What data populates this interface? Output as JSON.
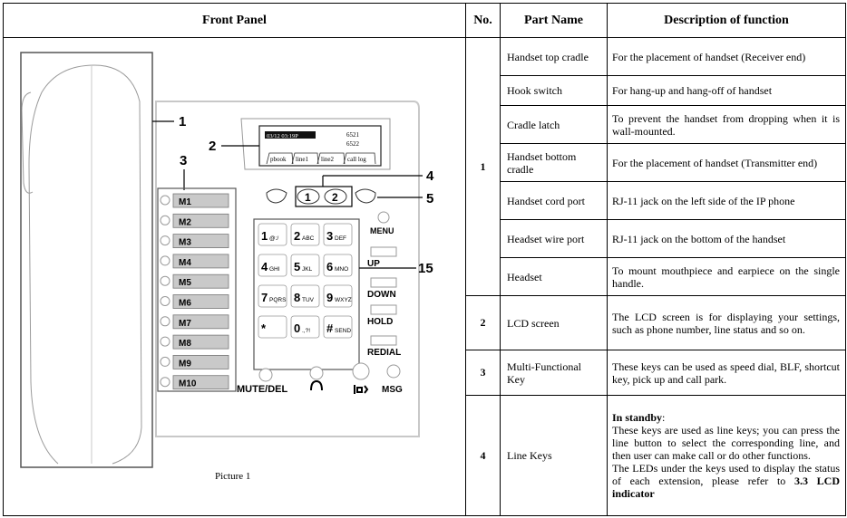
{
  "header": {
    "panel": "Front Panel",
    "no": "No.",
    "part": "Part Name",
    "desc": "Description of function"
  },
  "rows": [
    {
      "name": "Handset top cradle",
      "desc": "For the placement of handset (Receiver end)"
    },
    {
      "name": "Hook switch",
      "desc": "For hang-up and hang-off of handset"
    },
    {
      "name": "Cradle latch",
      "desc": "To prevent the handset from dropping when it is wall-mounted."
    },
    {
      "name": "Handset bottom cradle",
      "desc": "For the placement of handset (Transmitter end)"
    },
    {
      "name": "Handset cord port",
      "desc": "RJ-11 jack on the left side of the IP phone"
    },
    {
      "name": "Headset wire port",
      "desc": "RJ-11 jack on the bottom of the handset"
    },
    {
      "name": "Headset",
      "desc": "To mount mouthpiece and earpiece on the single handle."
    },
    {
      "no": "2",
      "name": "LCD screen",
      "desc": "The LCD screen is for displaying your settings, such as phone number, line status and so on."
    },
    {
      "no": "3",
      "name": "Multi-Functional Key",
      "desc": "These keys can be used as speed dial, BLF, shortcut key, pick up and call park."
    },
    {
      "no": "4",
      "name": "Line Keys",
      "standby_label": "In standby",
      "standby_colon": ":",
      "desc_p1": "These keys are used as line keys; you can press the line button to select the corresponding line, and then user can make call or do other functions.",
      "desc_p2": "The LEDs under the keys used to display the status of each extension, please refer to ",
      "desc_ref": "3.3 LCD indicator"
    }
  ],
  "group1_no": "1",
  "diagram": {
    "caption": "Picture 1",
    "callouts": [
      "1",
      "2",
      "3",
      "4",
      "5",
      "15"
    ],
    "lcd": {
      "date": "03/12 03:19P",
      "ext1": "6521",
      "ext2": "6522",
      "softkeys": [
        "pbook",
        "line1",
        "line2",
        "call log"
      ]
    },
    "nav_keys": [
      "1",
      "2"
    ],
    "memory_keys": [
      "M1",
      "M2",
      "M3",
      "M4",
      "M5",
      "M6",
      "M7",
      "M8",
      "M9",
      "M10"
    ],
    "keypad": [
      {
        "d": "1",
        "s": "@:/"
      },
      {
        "d": "2",
        "s": "ABC"
      },
      {
        "d": "3",
        "s": "DEF"
      },
      {
        "d": "4",
        "s": "GHI"
      },
      {
        "d": "5",
        "s": "JKL"
      },
      {
        "d": "6",
        "s": "MNO"
      },
      {
        "d": "7",
        "s": "PQRS"
      },
      {
        "d": "8",
        "s": "TUV"
      },
      {
        "d": "9",
        "s": "WXYZ"
      },
      {
        "d": "*",
        "s": ""
      },
      {
        "d": "0",
        "s": ".,?!"
      },
      {
        "d": "#",
        "s": "SEND"
      }
    ],
    "side_labels": [
      "MENU",
      "UP",
      "DOWN",
      "HOLD",
      "REDIAL"
    ],
    "bottom_labels": {
      "mute": "MUTE/DEL",
      "msg": "MSG"
    },
    "icons": [
      "headset-icon",
      "speaker-icon"
    ]
  }
}
